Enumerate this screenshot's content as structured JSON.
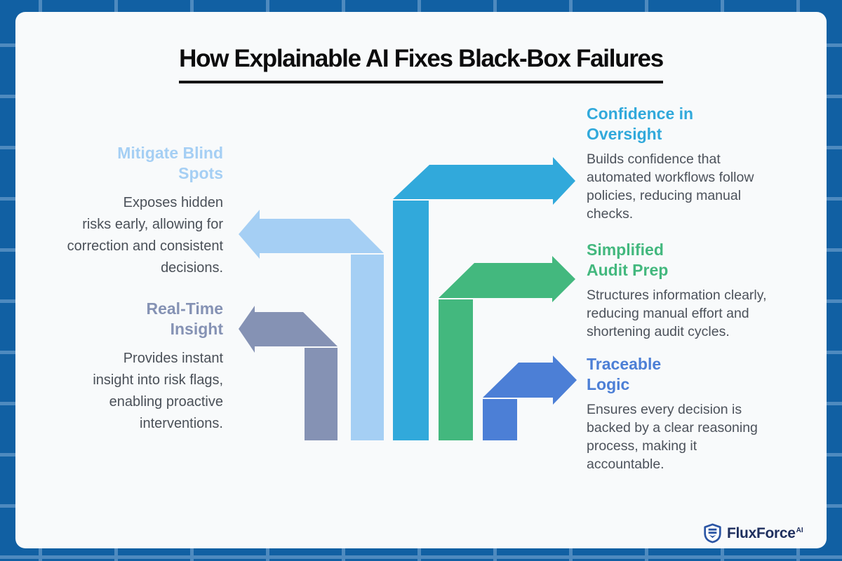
{
  "title": "How Explainable AI Fixes Black-Box Failures",
  "sections": [
    {
      "id": "mitigate-blind-spots",
      "side": "left",
      "title": "Mitigate Blind\nSpots",
      "body": "Exposes hidden\nrisks early, allowing for\ncorrection and consistent\ndecisions.",
      "color": "#a5cff4"
    },
    {
      "id": "real-time-insight",
      "side": "left",
      "title": "Real-Time\nInsight",
      "body": "Provides instant\ninsight into risk flags,\nenabling proactive\ninterventions.",
      "color": "#8592b4"
    },
    {
      "id": "confidence-in-oversight",
      "side": "right",
      "title": "Confidence in\nOversight",
      "body": "Builds confidence that\nautomated workflows follow\npolicies, reducing manual\nchecks.",
      "color": "#31a9db"
    },
    {
      "id": "simplified-audit-prep",
      "side": "right",
      "title": "Simplified\nAudit Prep",
      "body": "Structures information clearly,\nreducing manual effort and\nshortening audit cycles.",
      "color": "#43b87e"
    },
    {
      "id": "traceable-logic",
      "side": "right",
      "title": "Traceable\nLogic",
      "body": "Ensures every decision is\nbacked by a clear reasoning\nprocess, making it\naccountable.",
      "color": "#4c7fd6"
    }
  ],
  "logo": {
    "brand": "FluxForce",
    "superscript": "AI",
    "icon": "shield",
    "color": "#1e2f5e",
    "shield_color": "#2b55a4"
  },
  "colors": {
    "page_background": "#1160a3",
    "grid_line": "#4e8abf",
    "card_background": "#f8fafb",
    "title_text": "#0c0c0d",
    "body_text": "#4c525b"
  }
}
